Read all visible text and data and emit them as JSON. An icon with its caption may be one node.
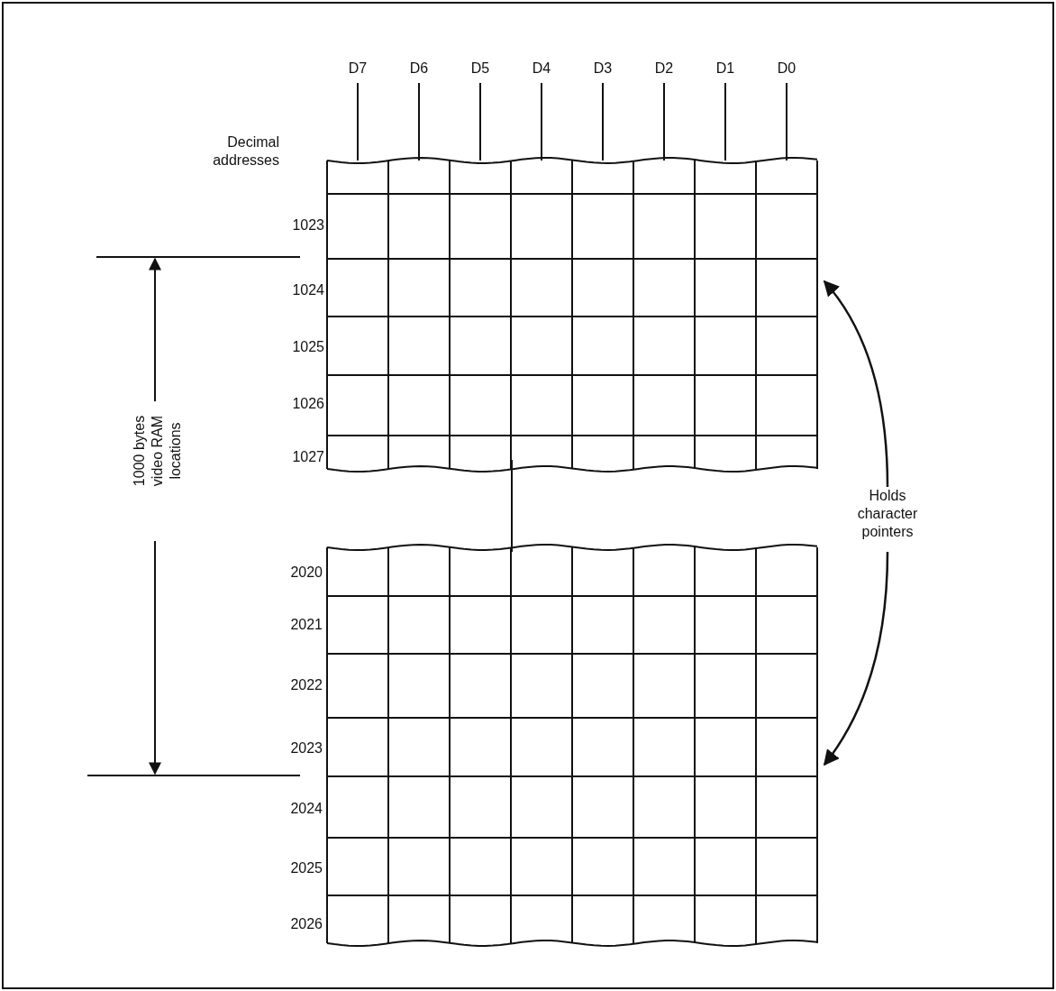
{
  "diagram": {
    "labels": [
      "D7",
      "D6",
      "D5",
      "D4",
      "D3",
      "D2",
      "D1",
      "D0",
      "Decimal addresses",
      "1023",
      "1024",
      "1025",
      "1026",
      "1027",
      "1000 bytes video RAM locations",
      "Holds character pointers",
      "2020",
      "2021",
      "2022",
      "2023",
      "2024",
      "2025",
      "2026"
    ]
  }
}
